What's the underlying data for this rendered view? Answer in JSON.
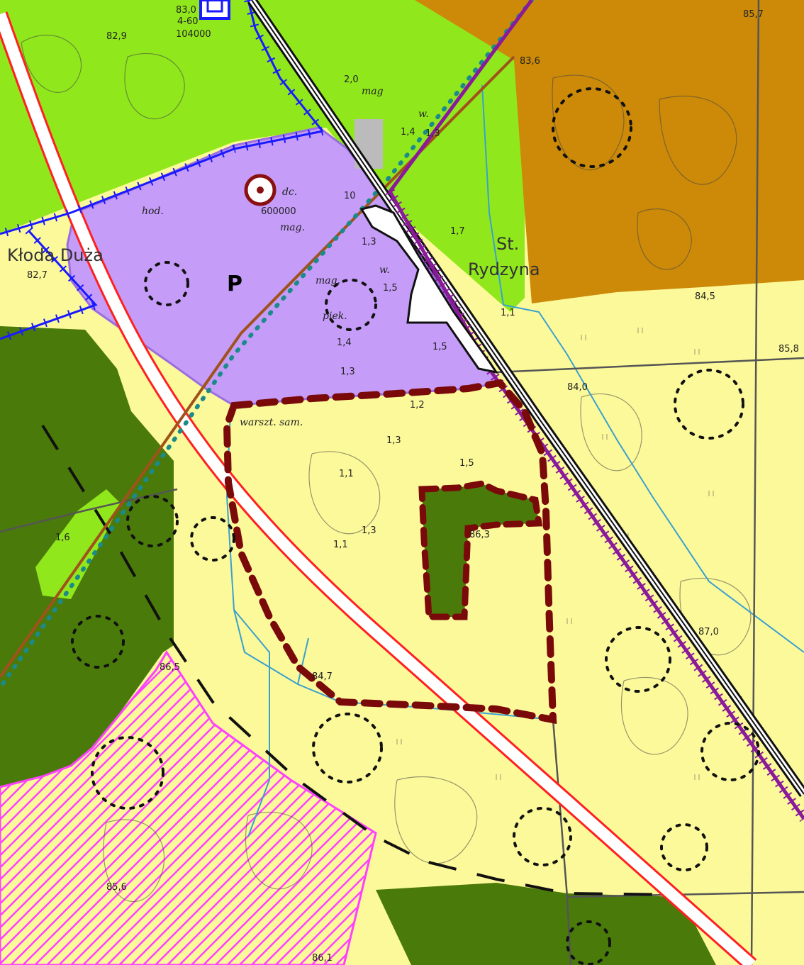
{
  "place_names": {
    "kloda_duza": "Kłoda Duża",
    "st": "St.",
    "rydzyna": "Rydzyna"
  },
  "zone_symbol": "P",
  "annotations": {
    "hod": "hod.",
    "dc": "dc.",
    "mag_a": "mag.",
    "mag_b": "mag.",
    "mag_c": "mag",
    "piek": "piek.",
    "w_a": "w.",
    "w_b": "w.",
    "warszt": "warszt. sam.",
    "code_600000": "600000",
    "code_104000": "104000",
    "code_4_60": "4-60"
  },
  "elevations": {
    "e_82_9": "82,9",
    "e_83_0": "83,0",
    "e_83_6": "83,6",
    "e_85_7": "85,7",
    "e_82_7": "82,7",
    "e_84_5": "84,5",
    "e_85_8": "85,8",
    "e_84_0": "84,0",
    "e_84_7": "84,7",
    "e_86_3": "86,3",
    "e_87_0": "87,0",
    "e_85_6": "85,6",
    "e_86_1": "86,1",
    "e_86_5": "86,5"
  },
  "heights": {
    "h_1_3_a": "1,3",
    "h_1_3_b": "1,3",
    "h_1_3_c": "1,3",
    "h_1_3_d": "1,3",
    "h_1_3_e": "1,3",
    "h_1_4_a": "1,4",
    "h_1_4_b": "1,4",
    "h_1_5_a": "1,5",
    "h_1_5_b": "1,5",
    "h_1_5_c": "1,5",
    "h_1_7": "1,7",
    "h_1_1_a": "1,1",
    "h_1_1_b": "1,1",
    "h_1_1_c": "1,1",
    "h_1_2": "1,2",
    "h_1_6": "1,6",
    "h_10": "10",
    "h_2_0": "2,0"
  },
  "colors": {
    "meadow_green": "#90e81c",
    "forest_green": "#4a7a0a",
    "agri_yellow": "#fcf99a",
    "industrial_purple": "#c59cf8",
    "orchard_brown": "#cc8a08",
    "protected_pink": "#ff40ff",
    "study_area_outline": "#7a0a0a",
    "road_red": "#ff2020",
    "power_line_brown": "#a0521c",
    "pipeline_teal": "#1b8a8a",
    "boundary_blue": "#1a1aff",
    "railway_black": "#111111",
    "railway_purple": "#8a1a9a",
    "stream_blue": "#3aa0d0"
  }
}
